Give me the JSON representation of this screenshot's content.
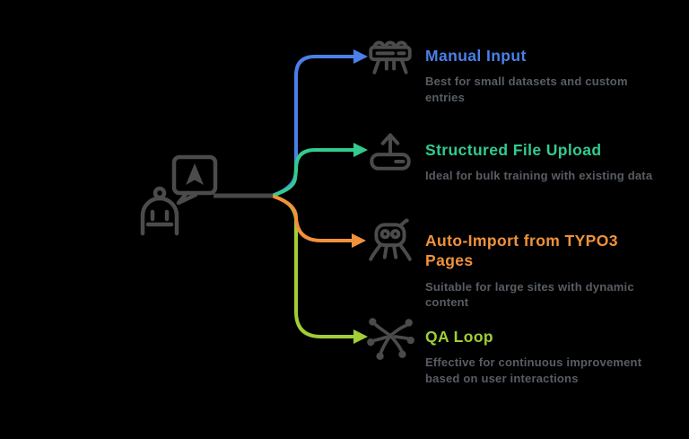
{
  "canvas": {
    "background": "#000000"
  },
  "colors": {
    "trunk_gray": "#474747",
    "icon_gray": "#4B4B4B",
    "description_text": "#585D64"
  },
  "root_node": {
    "icon": "chatbot-speech-bubble-icon"
  },
  "branches": [
    {
      "title": "Manual Input",
      "description": "Best for small datasets and custom entries",
      "color": "#4A80E8",
      "icon": "keyboard-icon"
    },
    {
      "title": "Structured File Upload",
      "description": "Ideal for bulk training with existing data",
      "color": "#33CB90",
      "icon": "file-upload-icon"
    },
    {
      "title": "Auto-Import from TYPO3 Pages",
      "description": "Suitable for large sites with dynamic content",
      "color": "#F0923B",
      "icon": "crawler-robot-icon"
    },
    {
      "title": "QA Loop",
      "description": "Effective for continuous improvement based on user interactions",
      "color": "#A0CD38",
      "icon": "network-graph-icon"
    }
  ]
}
